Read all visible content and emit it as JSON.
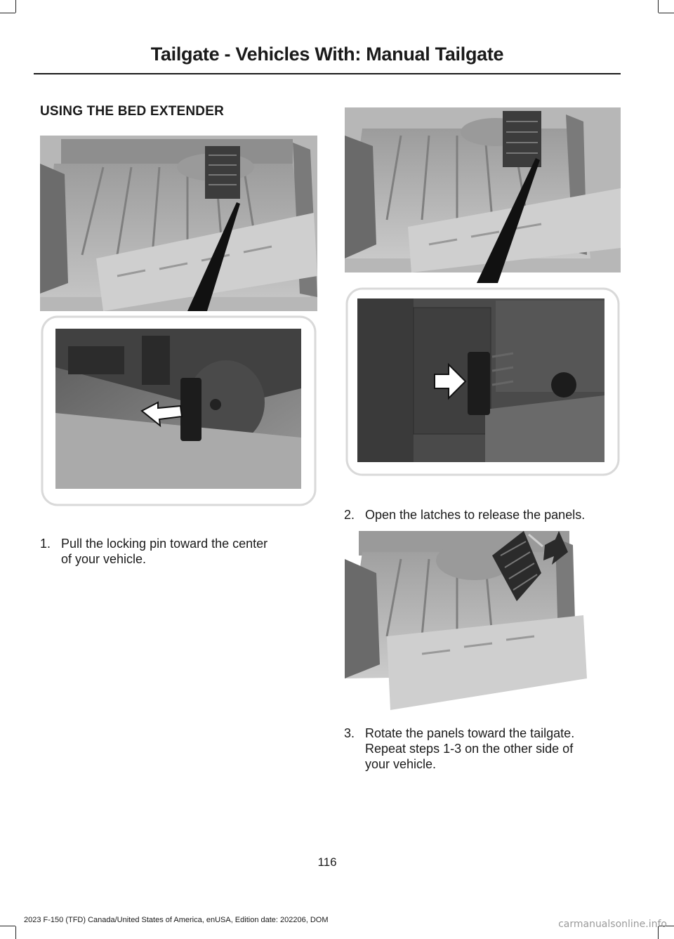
{
  "header": {
    "title": "Tailgate - Vehicles With: Manual Tailgate"
  },
  "section": {
    "title": "USING THE BED EXTENDER"
  },
  "steps": [
    {
      "number": "1.",
      "line1": "Pull the locking pin toward the center",
      "line2": "of your vehicle."
    },
    {
      "number": "2.",
      "line1": "Open the latches to release the panels."
    },
    {
      "number": "3.",
      "line1": "Rotate the panels toward the tailgate.",
      "line2": "Repeat steps 1-3 on the other side of",
      "line3": "your vehicle."
    }
  ],
  "footer": {
    "page_number": "116",
    "edition": "2023 F-150 (TFD) Canada/United States of America, enUSA, Edition date: 202206, DOM"
  },
  "watermark": "carmanualsonline.info",
  "colors": {
    "truck_gray": "#a8a8a8",
    "dark_plastic": "#3c3c3c",
    "callout_border": "#d9d9d9"
  }
}
